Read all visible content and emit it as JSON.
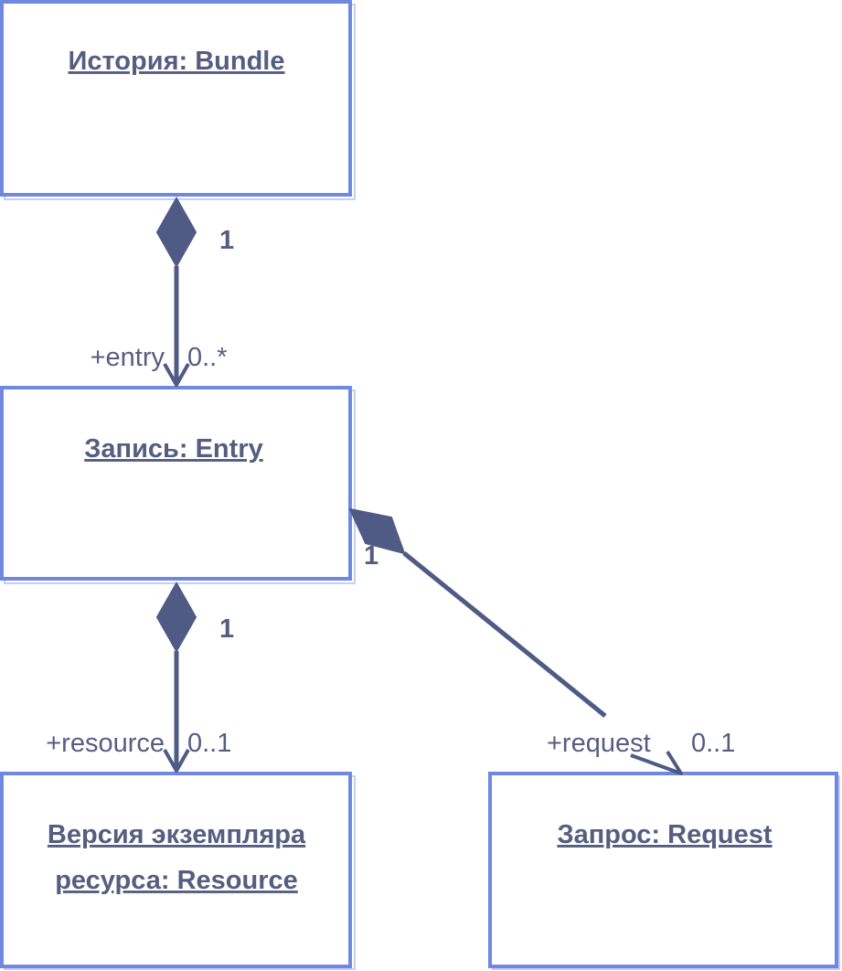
{
  "objects": {
    "bundle": {
      "title": [
        "История: Bundle"
      ]
    },
    "entry": {
      "title": [
        "Запись: Entry"
      ]
    },
    "resource": {
      "title": [
        "Версия экземпляра",
        "ресурса: Resource"
      ]
    },
    "request": {
      "title": [
        "Запрос: Request"
      ]
    }
  },
  "links": {
    "bundle_entry": {
      "type": "composition",
      "source_multiplicity": "1",
      "target_role": "+entry",
      "target_multiplicity": "0..*"
    },
    "entry_resource": {
      "type": "composition",
      "source_multiplicity": "1",
      "target_role": "+resource",
      "target_multiplicity": "0..1"
    },
    "entry_request": {
      "type": "composition",
      "source_multiplicity": "1",
      "target_role": "+request",
      "target_multiplicity": "0..1"
    }
  },
  "colors": {
    "box_border": "#7088e0",
    "line": "#4f5b85",
    "text": "#565e80"
  }
}
